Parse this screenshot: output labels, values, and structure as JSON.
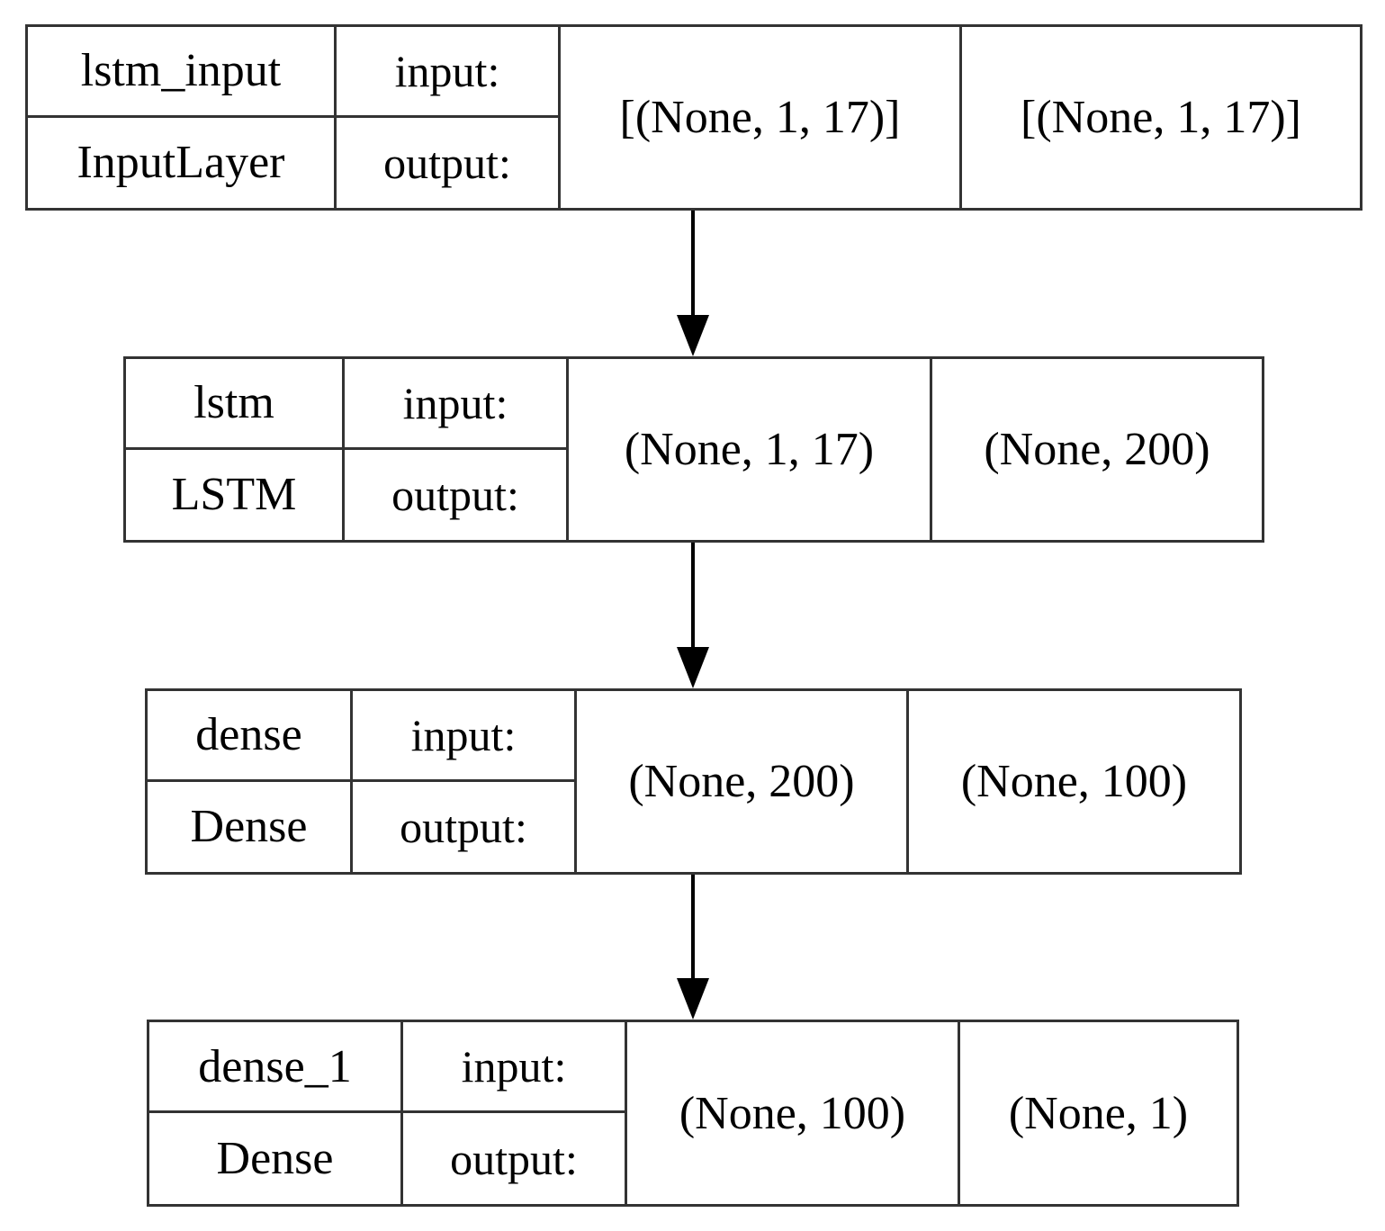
{
  "layers": [
    {
      "name": "lstm_input",
      "type": "InputLayer",
      "input_label": "input:",
      "output_label": "output:",
      "input_shape": "[(None, 1, 17)]",
      "output_shape": "[(None, 1, 17)]"
    },
    {
      "name": "lstm",
      "type": "LSTM",
      "input_label": "input:",
      "output_label": "output:",
      "input_shape": "(None, 1, 17)",
      "output_shape": "(None, 200)"
    },
    {
      "name": "dense",
      "type": "Dense",
      "input_label": "input:",
      "output_label": "output:",
      "input_shape": "(None, 200)",
      "output_shape": "(None, 100)"
    },
    {
      "name": "dense_1",
      "type": "Dense",
      "input_label": "input:",
      "output_label": "output:",
      "input_shape": "(None, 100)",
      "output_shape": "(None, 1)"
    }
  ]
}
